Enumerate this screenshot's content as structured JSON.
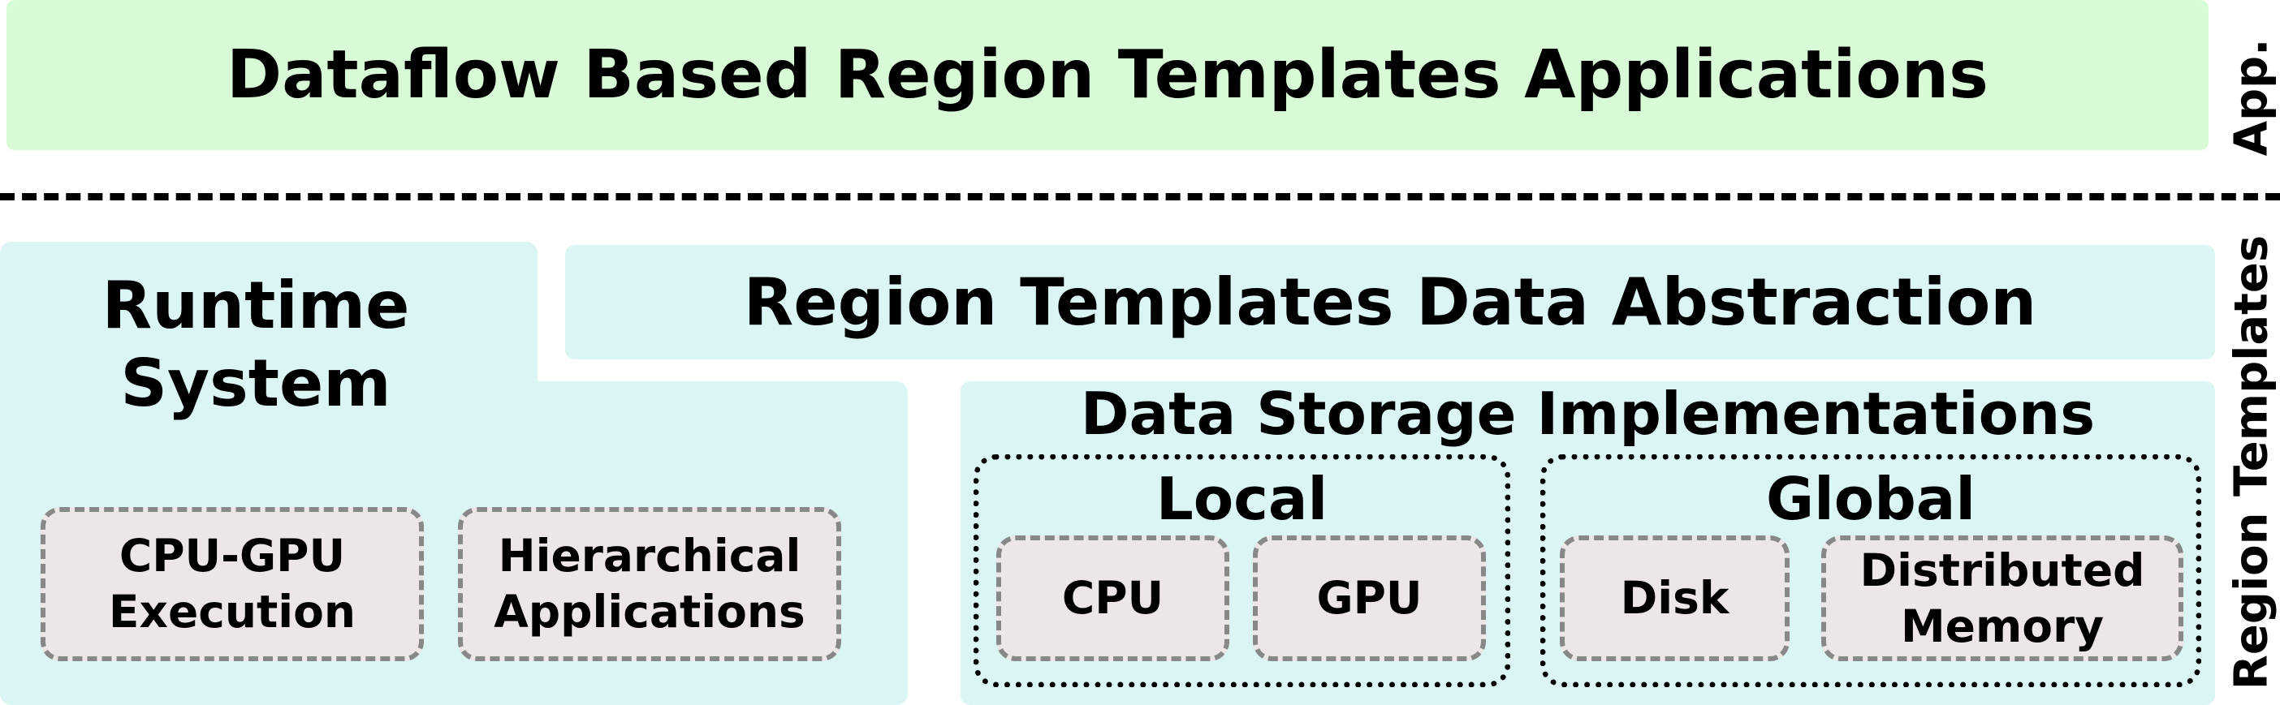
{
  "app_layer": {
    "title": "Dataflow Based Region Templates Applications",
    "side_label": "App.",
    "color": "#d9fad6"
  },
  "region_templates_layer": {
    "side_label": "Region Templates",
    "color": "#dbf5f5",
    "runtime_system": {
      "title_line1": "Runtime",
      "title_line2": "System",
      "components": [
        {
          "line1": "CPU-GPU",
          "line2": "Execution"
        },
        {
          "line1": "Hierarchical",
          "line2": "Applications"
        }
      ]
    },
    "data_abstraction": {
      "title": "Region Templates Data Abstraction"
    },
    "data_storage": {
      "title": "Data Storage Implementations",
      "local": {
        "label": "Local",
        "items": [
          "CPU",
          "GPU"
        ]
      },
      "global": {
        "label": "Global",
        "items": [
          {
            "line1": "Disk"
          },
          {
            "line1": "Distributed",
            "line2": "Memory"
          }
        ]
      }
    }
  },
  "component_box_color": "#ede6e6"
}
